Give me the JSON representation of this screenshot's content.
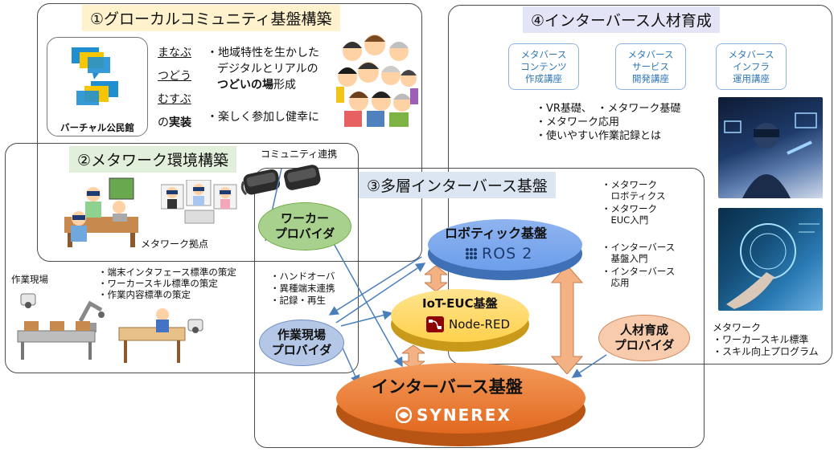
{
  "panel1": {
    "title": "①グローカルコミュニティ基盤構築",
    "logo_label": "バーチャル公民館",
    "verbs": [
      "まなぶ",
      "つどう",
      "むすぶ"
    ],
    "verb_suffix_pre": "の",
    "verb_suffix_bold": "実装",
    "bullet1_line1": "・地域特性を生かした",
    "bullet1_line2": "デジタルとリアルの",
    "bullet1_bold": "つどいの場",
    "bullet1_tail": "形成",
    "bullet2": "・楽しく参加し健幸に"
  },
  "panel2": {
    "title": "②メタワーク環境構築",
    "community_label": "コミュニティ連携",
    "base_label": "メタワーク拠点",
    "standards": [
      "・端末インタフェース標準の策定",
      "・ワーカースキル標準の策定",
      "・作業内容標準の策定"
    ],
    "site_label": "作業現場"
  },
  "panel3": {
    "title": "③多層インターバース基盤",
    "worker_provider": [
      "ワーカー",
      "プロバイダ"
    ],
    "site_provider": [
      "作業現場",
      "プロバイダ"
    ],
    "handover": [
      "・ハンドオーバ",
      "・異種端末連携",
      "・記録・再生"
    ],
    "robotics_label": "ロボティック基盤",
    "ros_label": "ROS 2",
    "iot_label": "IoT-EUC基盤",
    "nodered_label": "Node-RED",
    "interverse_label": "インターバース基盤",
    "synerex_label": "SYNEREX",
    "hr_provider": [
      "人材育成",
      "プロバイダ"
    ]
  },
  "panel4": {
    "title": "④インターバース人材育成",
    "courses": [
      [
        "メタバース",
        "コンテンツ",
        "作成講座"
      ],
      [
        "メタバース",
        "サービス",
        "開発講座"
      ],
      [
        "メタバース",
        "インフラ",
        "運用講座"
      ]
    ],
    "bullets": [
      "・VR基礎、　・メタワーク基礎",
      "・メタワーク応用",
      "・使いやすい作業記録とは"
    ],
    "side_bullets": [
      "・メタワーク",
      "　ロボティクス",
      "・メタワーク",
      "　EUC入門",
      "・インターバース",
      "　基盤入門",
      "・インターバース",
      "　応用"
    ],
    "footer": [
      "メタワーク",
      "・ワーカースキル標準",
      "・スキル向上プログラム"
    ]
  },
  "colors": {
    "green_fill": "#a9d18e",
    "blue_fill": "#b4c7e7",
    "peach_fill": "#f8cbad",
    "robotics_blue": "#6d9eeb",
    "iot_yellow": "#ffd966",
    "interverse_orange": "#ed7d31",
    "arrow_peach": "#f4b183",
    "connector_blue": "#4a7ebb"
  }
}
